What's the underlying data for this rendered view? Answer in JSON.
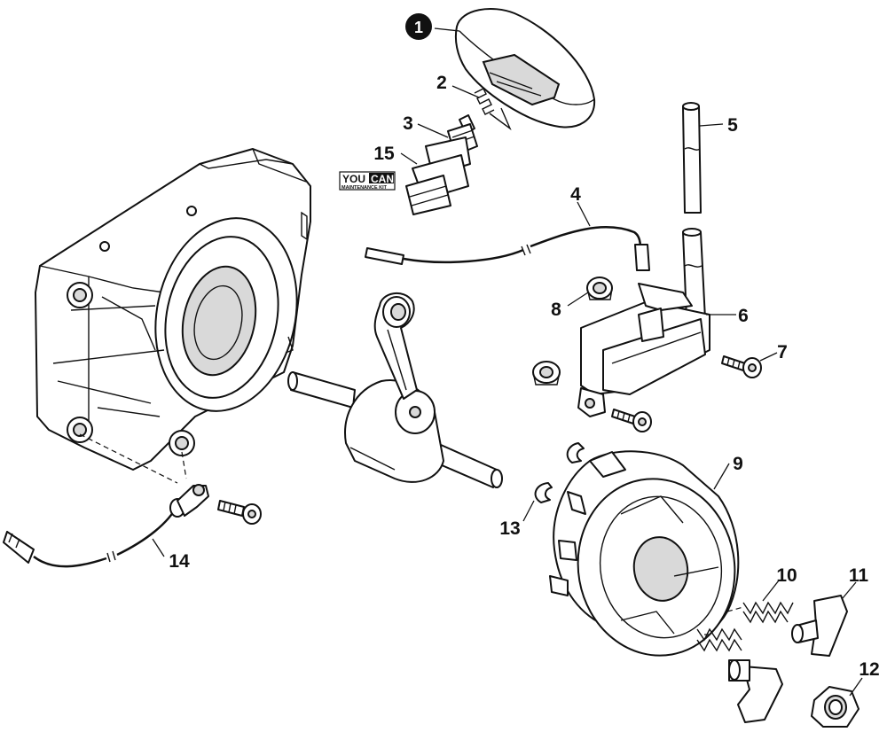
{
  "callouts": [
    {
      "id": "1",
      "style": "badge"
    },
    {
      "id": "2"
    },
    {
      "id": "3"
    },
    {
      "id": "4"
    },
    {
      "id": "5"
    },
    {
      "id": "6"
    },
    {
      "id": "7"
    },
    {
      "id": "8"
    },
    {
      "id": "9"
    },
    {
      "id": "10"
    },
    {
      "id": "11"
    },
    {
      "id": "12"
    },
    {
      "id": "13"
    },
    {
      "id": "14"
    },
    {
      "id": "15"
    }
  ],
  "kit_logo": {
    "line1": "YOU",
    "line2": "CAN",
    "line3": "MAINTENANCE KIT"
  },
  "colors": {
    "line": "#111111",
    "background": "#ffffff",
    "badge": "#111111",
    "shade": "#d9d9d9"
  }
}
